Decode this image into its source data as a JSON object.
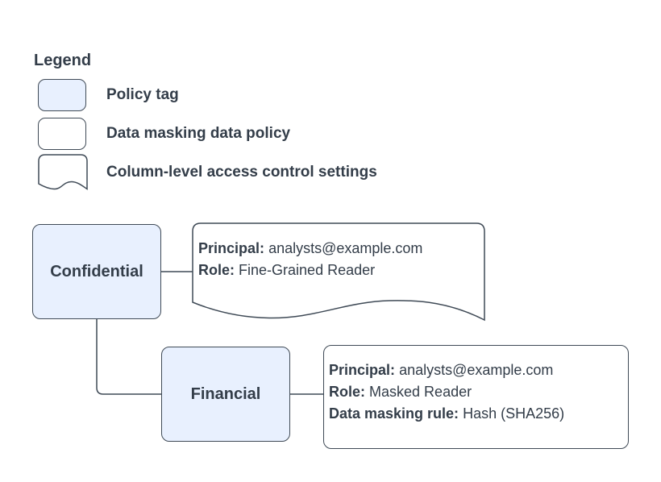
{
  "colors": {
    "policy_tag_fill": "#e8f0fe",
    "shape_fill": "#ffffff",
    "stroke": "#3f4a56",
    "text": "#333d49"
  },
  "legend": {
    "title": "Legend",
    "items": [
      {
        "label": "Policy tag",
        "swatch": "policy-tag-swatch"
      },
      {
        "label": "Data masking data policy",
        "swatch": "data-policy-swatch"
      },
      {
        "label": "Column-level access control settings",
        "swatch": "document-swatch"
      }
    ]
  },
  "nodes": {
    "confidential": {
      "label": "Confidential"
    },
    "financial": {
      "label": "Financial"
    }
  },
  "access_settings": {
    "principal_label": "Principal:",
    "principal": "analysts@example.com",
    "role_label": "Role:",
    "role": "Fine-Grained Reader"
  },
  "data_policy": {
    "principal_label": "Principal:",
    "principal": "analysts@example.com",
    "role_label": "Role:",
    "role": "Masked Reader",
    "rule_label": "Data masking rule:",
    "rule": "Hash (SHA256)"
  }
}
